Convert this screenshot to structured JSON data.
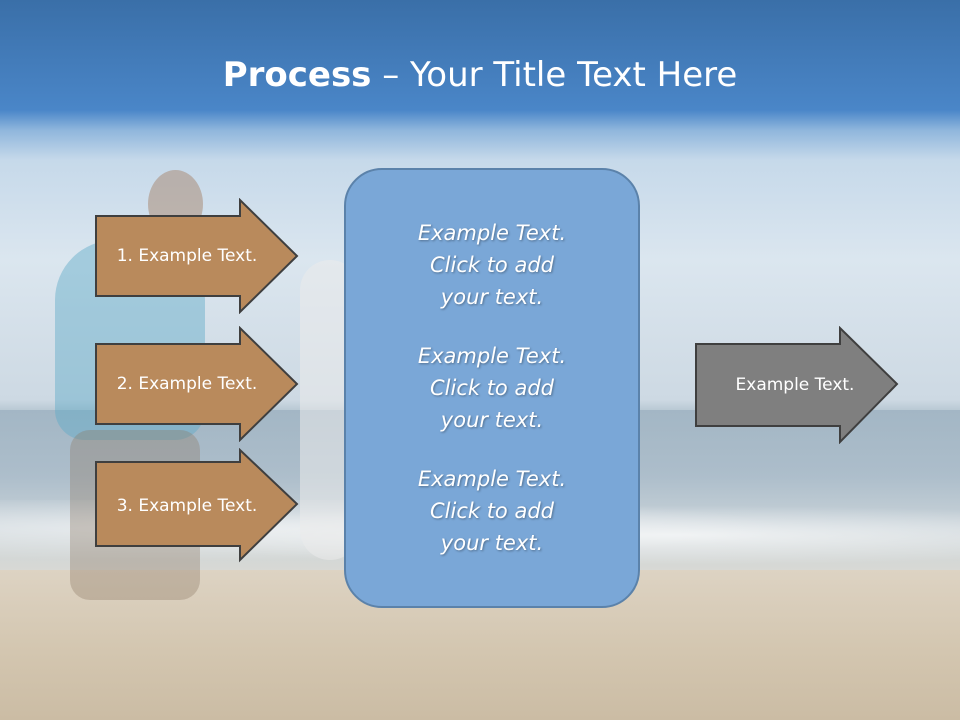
{
  "title": {
    "strong": "Process",
    "rest": " – Your Title Text Here"
  },
  "left_arrows": [
    {
      "label": "1. Example Text."
    },
    {
      "label": "2. Example Text."
    },
    {
      "label": "3. Example Text."
    }
  ],
  "center_box": {
    "paragraphs": [
      "Example Text.\nClick  to add\nyour text.",
      "Example Text.\nClick  to add\nyour text.",
      "Example Text.\nClick  to add\nyour text."
    ]
  },
  "right_arrow": {
    "label": "Example Text."
  },
  "colors": {
    "left_arrow_fill": "#b98a5c",
    "left_arrow_stroke": "#3f3f3f",
    "center_box_fill": "#7aa7d7",
    "right_arrow_fill": "#7f7f7f",
    "title_bar": "#3a6fa8"
  }
}
